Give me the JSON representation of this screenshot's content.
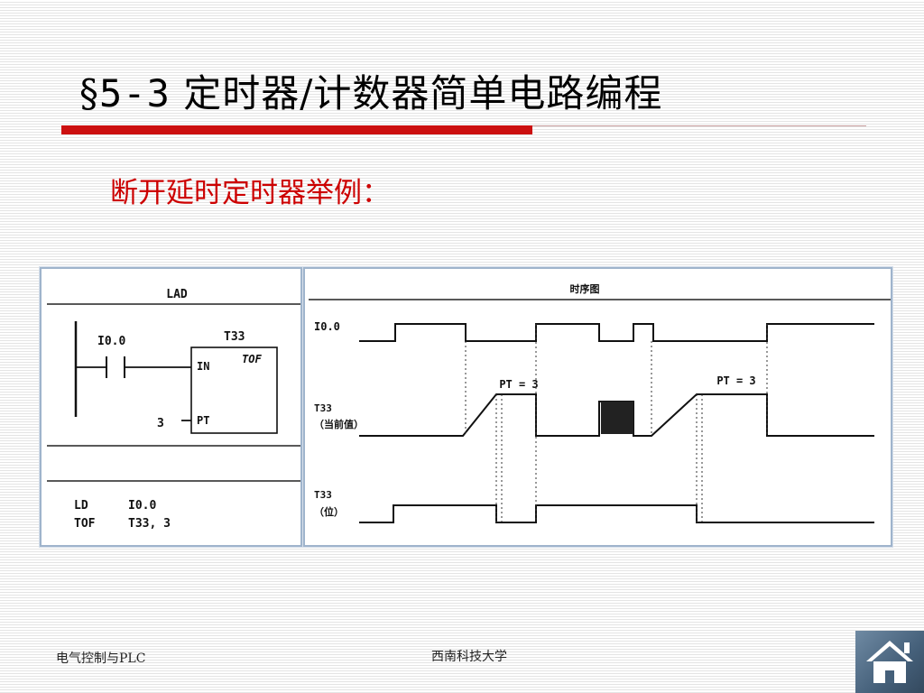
{
  "slide": {
    "title_section": "§",
    "title_number": "5-3",
    "title_text": "定时器/计数器简单电路编程",
    "subtitle": "断开延时定时器举例："
  },
  "ladder": {
    "header": "LAD",
    "contact_label": "I0.0",
    "timer_label": "T33",
    "in_pin": "IN",
    "timer_type": "TOF",
    "pt_pin": "PT",
    "pt_value": "3",
    "stl_line1_op": "LD",
    "stl_line1_arg": "I0.0",
    "stl_line2_op": "TOF",
    "stl_line2_arg": "T33, 3"
  },
  "timing": {
    "header": "时序图",
    "signal1": "I0.0",
    "signal2_line1": "T33",
    "signal2_line2": "（当前值）",
    "signal3_line1": "T33",
    "signal3_line2": "（位）",
    "pt_label_1": "PT = 3",
    "pt_label_2": "PT = 3"
  },
  "footer": {
    "left": "电气控制与PLC",
    "center": "西南科技大学"
  },
  "icons": {
    "home": "home-icon"
  }
}
